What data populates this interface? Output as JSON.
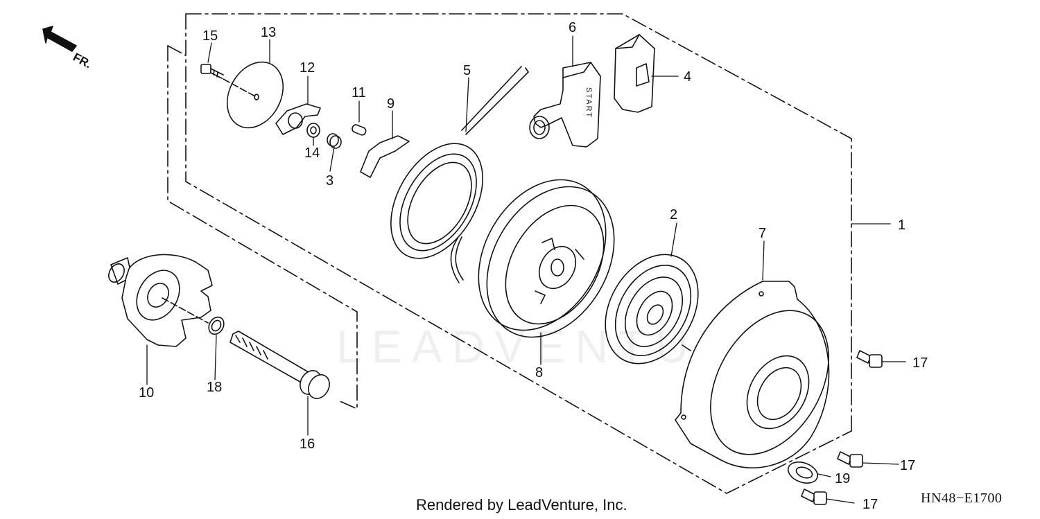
{
  "direction_label": "FR.",
  "watermark": "LEADVENTURE",
  "start_label": "START",
  "callouts": {
    "c1": "1",
    "c2": "2",
    "c3": "3",
    "c4": "4",
    "c5": "5",
    "c6": "6",
    "c7": "7",
    "c8": "8",
    "c9": "9",
    "c10": "10",
    "c11": "11",
    "c12": "12",
    "c13": "13",
    "c14": "14",
    "c15": "15",
    "c16": "16",
    "c17a": "17",
    "c17b": "17",
    "c17c": "17",
    "c18": "18",
    "c19": "19"
  },
  "footer": {
    "credit": "Rendered by LeadVenture, Inc.",
    "diagram_code": "HN48−E1700"
  }
}
